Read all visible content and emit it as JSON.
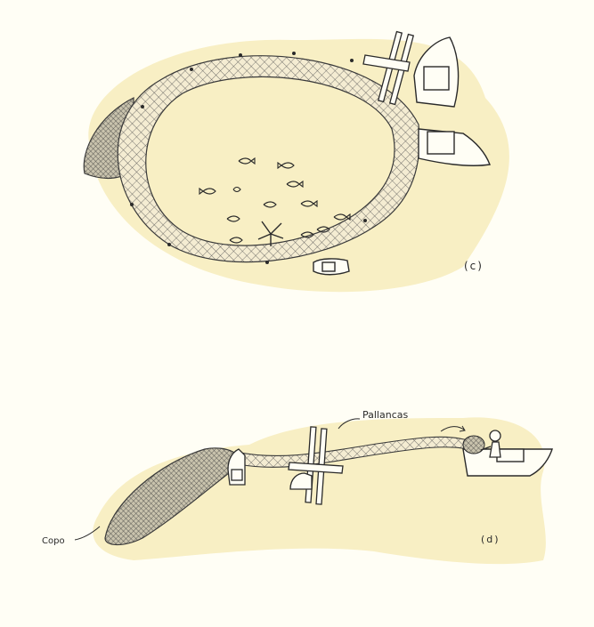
{
  "panels": {
    "c": {
      "label": "(c)"
    },
    "d": {
      "label": "(d)"
    }
  },
  "annotations": {
    "pallancas": "Pallancas",
    "copo": "Copo"
  },
  "colors": {
    "background": "#fffef5",
    "water_blob": "#f8efc4",
    "line": "#3a3a3a"
  },
  "icons": [
    "net-mesh-icon",
    "fish-icon",
    "boat-icon",
    "starfish-icon",
    "fisherman-icon",
    "pole-icon"
  ]
}
